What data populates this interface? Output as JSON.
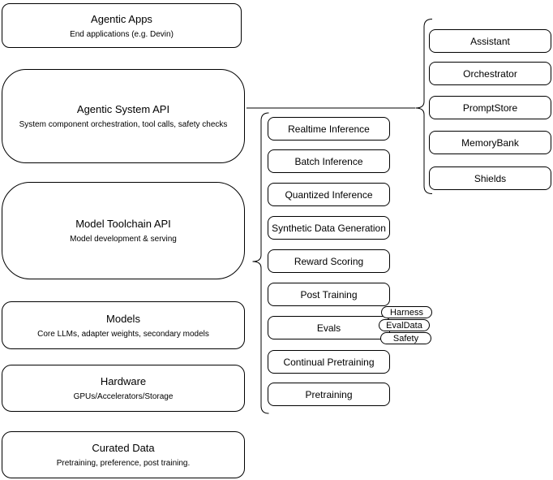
{
  "diagram": {
    "stack": [
      {
        "title": "Agentic Apps",
        "subtitle": "End applications (e.g. Devin)"
      },
      {
        "title": "Agentic System API",
        "subtitle": "System component orchestration, tool calls, safety checks"
      },
      {
        "title": "Model Toolchain API",
        "subtitle": "Model development & serving"
      },
      {
        "title": "Models",
        "subtitle": "Core LLMs, adapter weights, secondary models"
      },
      {
        "title": "Hardware",
        "subtitle": "GPUs/Accelerators/Storage"
      },
      {
        "title": "Curated Data",
        "subtitle": "Pretraining, preference, post training."
      }
    ],
    "toolchain_services": [
      {
        "label": "Realtime Inference"
      },
      {
        "label": "Batch Inference"
      },
      {
        "label": "Quantized Inference"
      },
      {
        "label": "Synthetic Data Generation"
      },
      {
        "label": "Reward Scoring"
      },
      {
        "label": "Post Training"
      },
      {
        "label": "Evals"
      },
      {
        "label": "Continual Pretraining"
      },
      {
        "label": "Pretraining"
      }
    ],
    "eval_tags": [
      {
        "label": "Harness"
      },
      {
        "label": "EvalData"
      },
      {
        "label": "Safety"
      }
    ],
    "system_components": [
      {
        "label": "Assistant"
      },
      {
        "label": "Orchestrator"
      },
      {
        "label": "PromptStore"
      },
      {
        "label": "MemoryBank"
      },
      {
        "label": "Shields"
      }
    ]
  },
  "colors": {
    "stroke": "#000000",
    "background": "#ffffff",
    "text": "#000000"
  }
}
